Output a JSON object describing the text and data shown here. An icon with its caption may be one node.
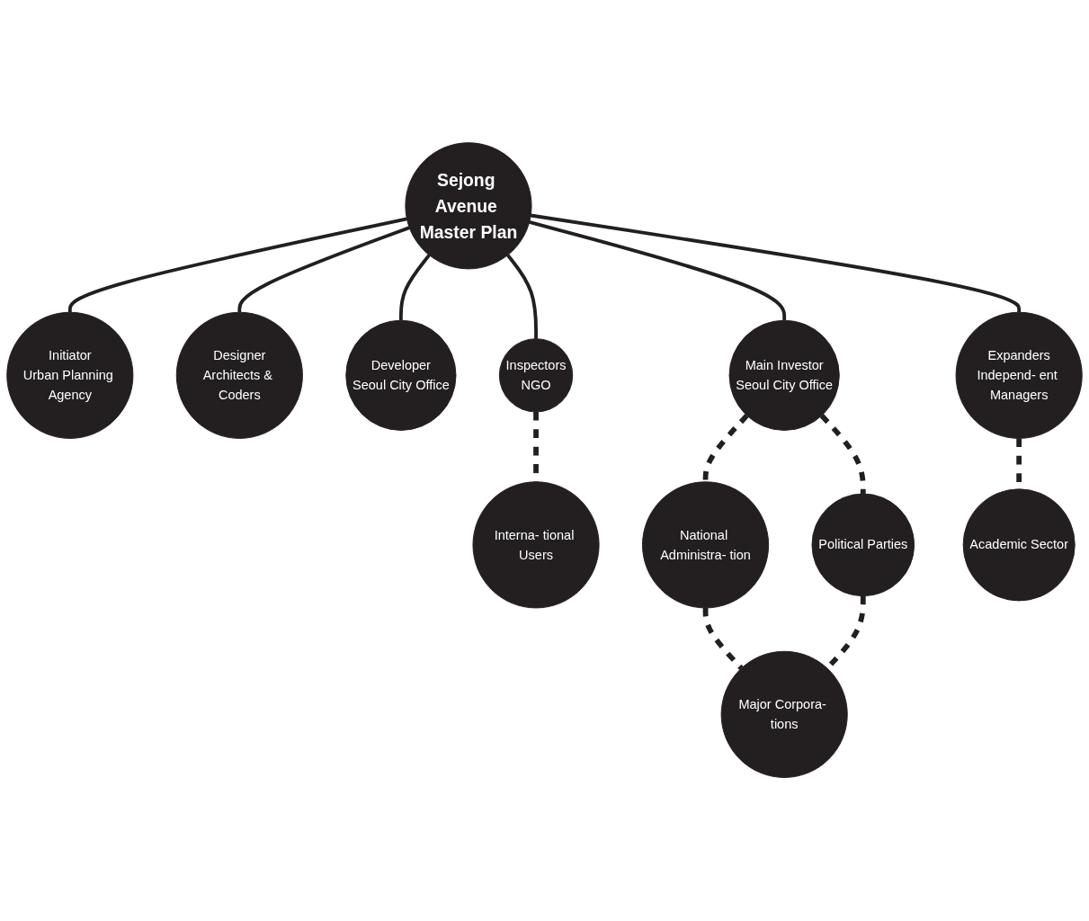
{
  "diagram": {
    "nodes": [
      {
        "text": [
          "Sejong Avenue Master Plan"
        ]
      },
      {
        "text": [
          "Initiator",
          "Urban Planning Agency"
        ]
      },
      {
        "text": [
          "Designer",
          "Architects & Coders"
        ]
      },
      {
        "text": [
          "Developer",
          "Seoul City Office"
        ]
      },
      {
        "text": [
          "Inspectors",
          "NGO"
        ]
      },
      {
        "text": [
          "Interna- tional Users"
        ]
      },
      {
        "text": [
          "Main Investor",
          "Seoul City Office"
        ]
      },
      {
        "text": [
          "National Administra- tion"
        ]
      },
      {
        "text": [
          "Major Corpora- tions"
        ]
      },
      {
        "text": [
          "Political Parties"
        ]
      },
      {
        "text": [
          "Expanders",
          "Independ- ent Managers"
        ]
      },
      {
        "text": [
          "Academic Sector"
        ]
      }
    ],
    "edges": [
      {
        "from": 0,
        "to": 1,
        "arrow": "none"
      },
      {
        "from": 0,
        "to": 2,
        "arrow": "none"
      },
      {
        "from": 0,
        "to": 3,
        "arrow": "none"
      },
      {
        "from": 0,
        "to": 4,
        "arrow": "none"
      },
      {
        "from": 0,
        "to": 6,
        "arrow": "none"
      },
      {
        "from": 0,
        "to": 10,
        "arrow": "none"
      },
      {
        "from": 4,
        "to": 5,
        "arrow": "none",
        "style": "dashed"
      },
      {
        "from": 6,
        "to": 7,
        "arrow": "none",
        "style": "dashed"
      },
      {
        "from": 6,
        "to": 9,
        "arrow": "none",
        "style": "dashed"
      },
      {
        "from": 7,
        "to": 8,
        "arrow": "none",
        "style": "dashed"
      },
      {
        "from": 9,
        "to": 8,
        "arrow": "none",
        "style": "dashed"
      },
      {
        "from": 10,
        "to": 11,
        "arrow": "none",
        "style": "dashed"
      }
    ]
  }
}
